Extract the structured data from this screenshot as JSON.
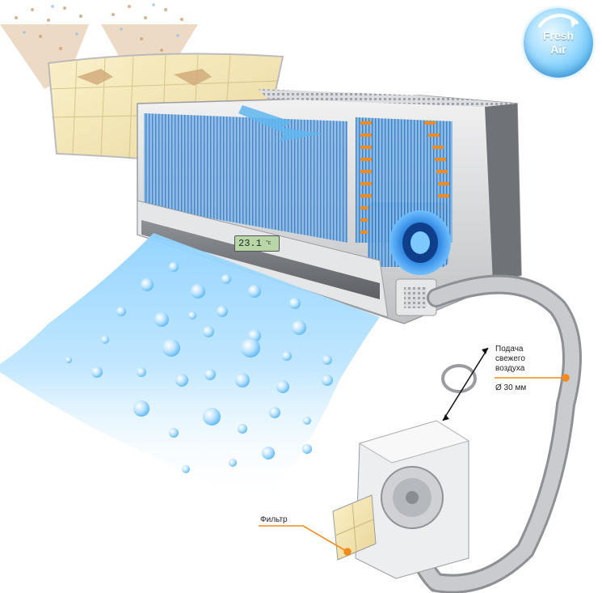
{
  "badge": {
    "line1": "Fresh",
    "line2": "Air"
  },
  "display": {
    "temperature": "23.1",
    "unit": "°c"
  },
  "labels": {
    "fresh_air_supply_1": "Подача",
    "fresh_air_supply_2": "свежего",
    "fresh_air_supply_3": "воздуха",
    "diameter": "Ø 30 мм",
    "filter": "Фильтр"
  },
  "colors": {
    "accent_orange": "#f28a1c",
    "airflow_blue": "#3aa8ee",
    "unit_gray": "#d9dadc",
    "hose_gray": "#a9acb0"
  },
  "icons": [
    "fresh-air-badge-icon",
    "fan-icon",
    "filter-icon",
    "hose-icon"
  ]
}
